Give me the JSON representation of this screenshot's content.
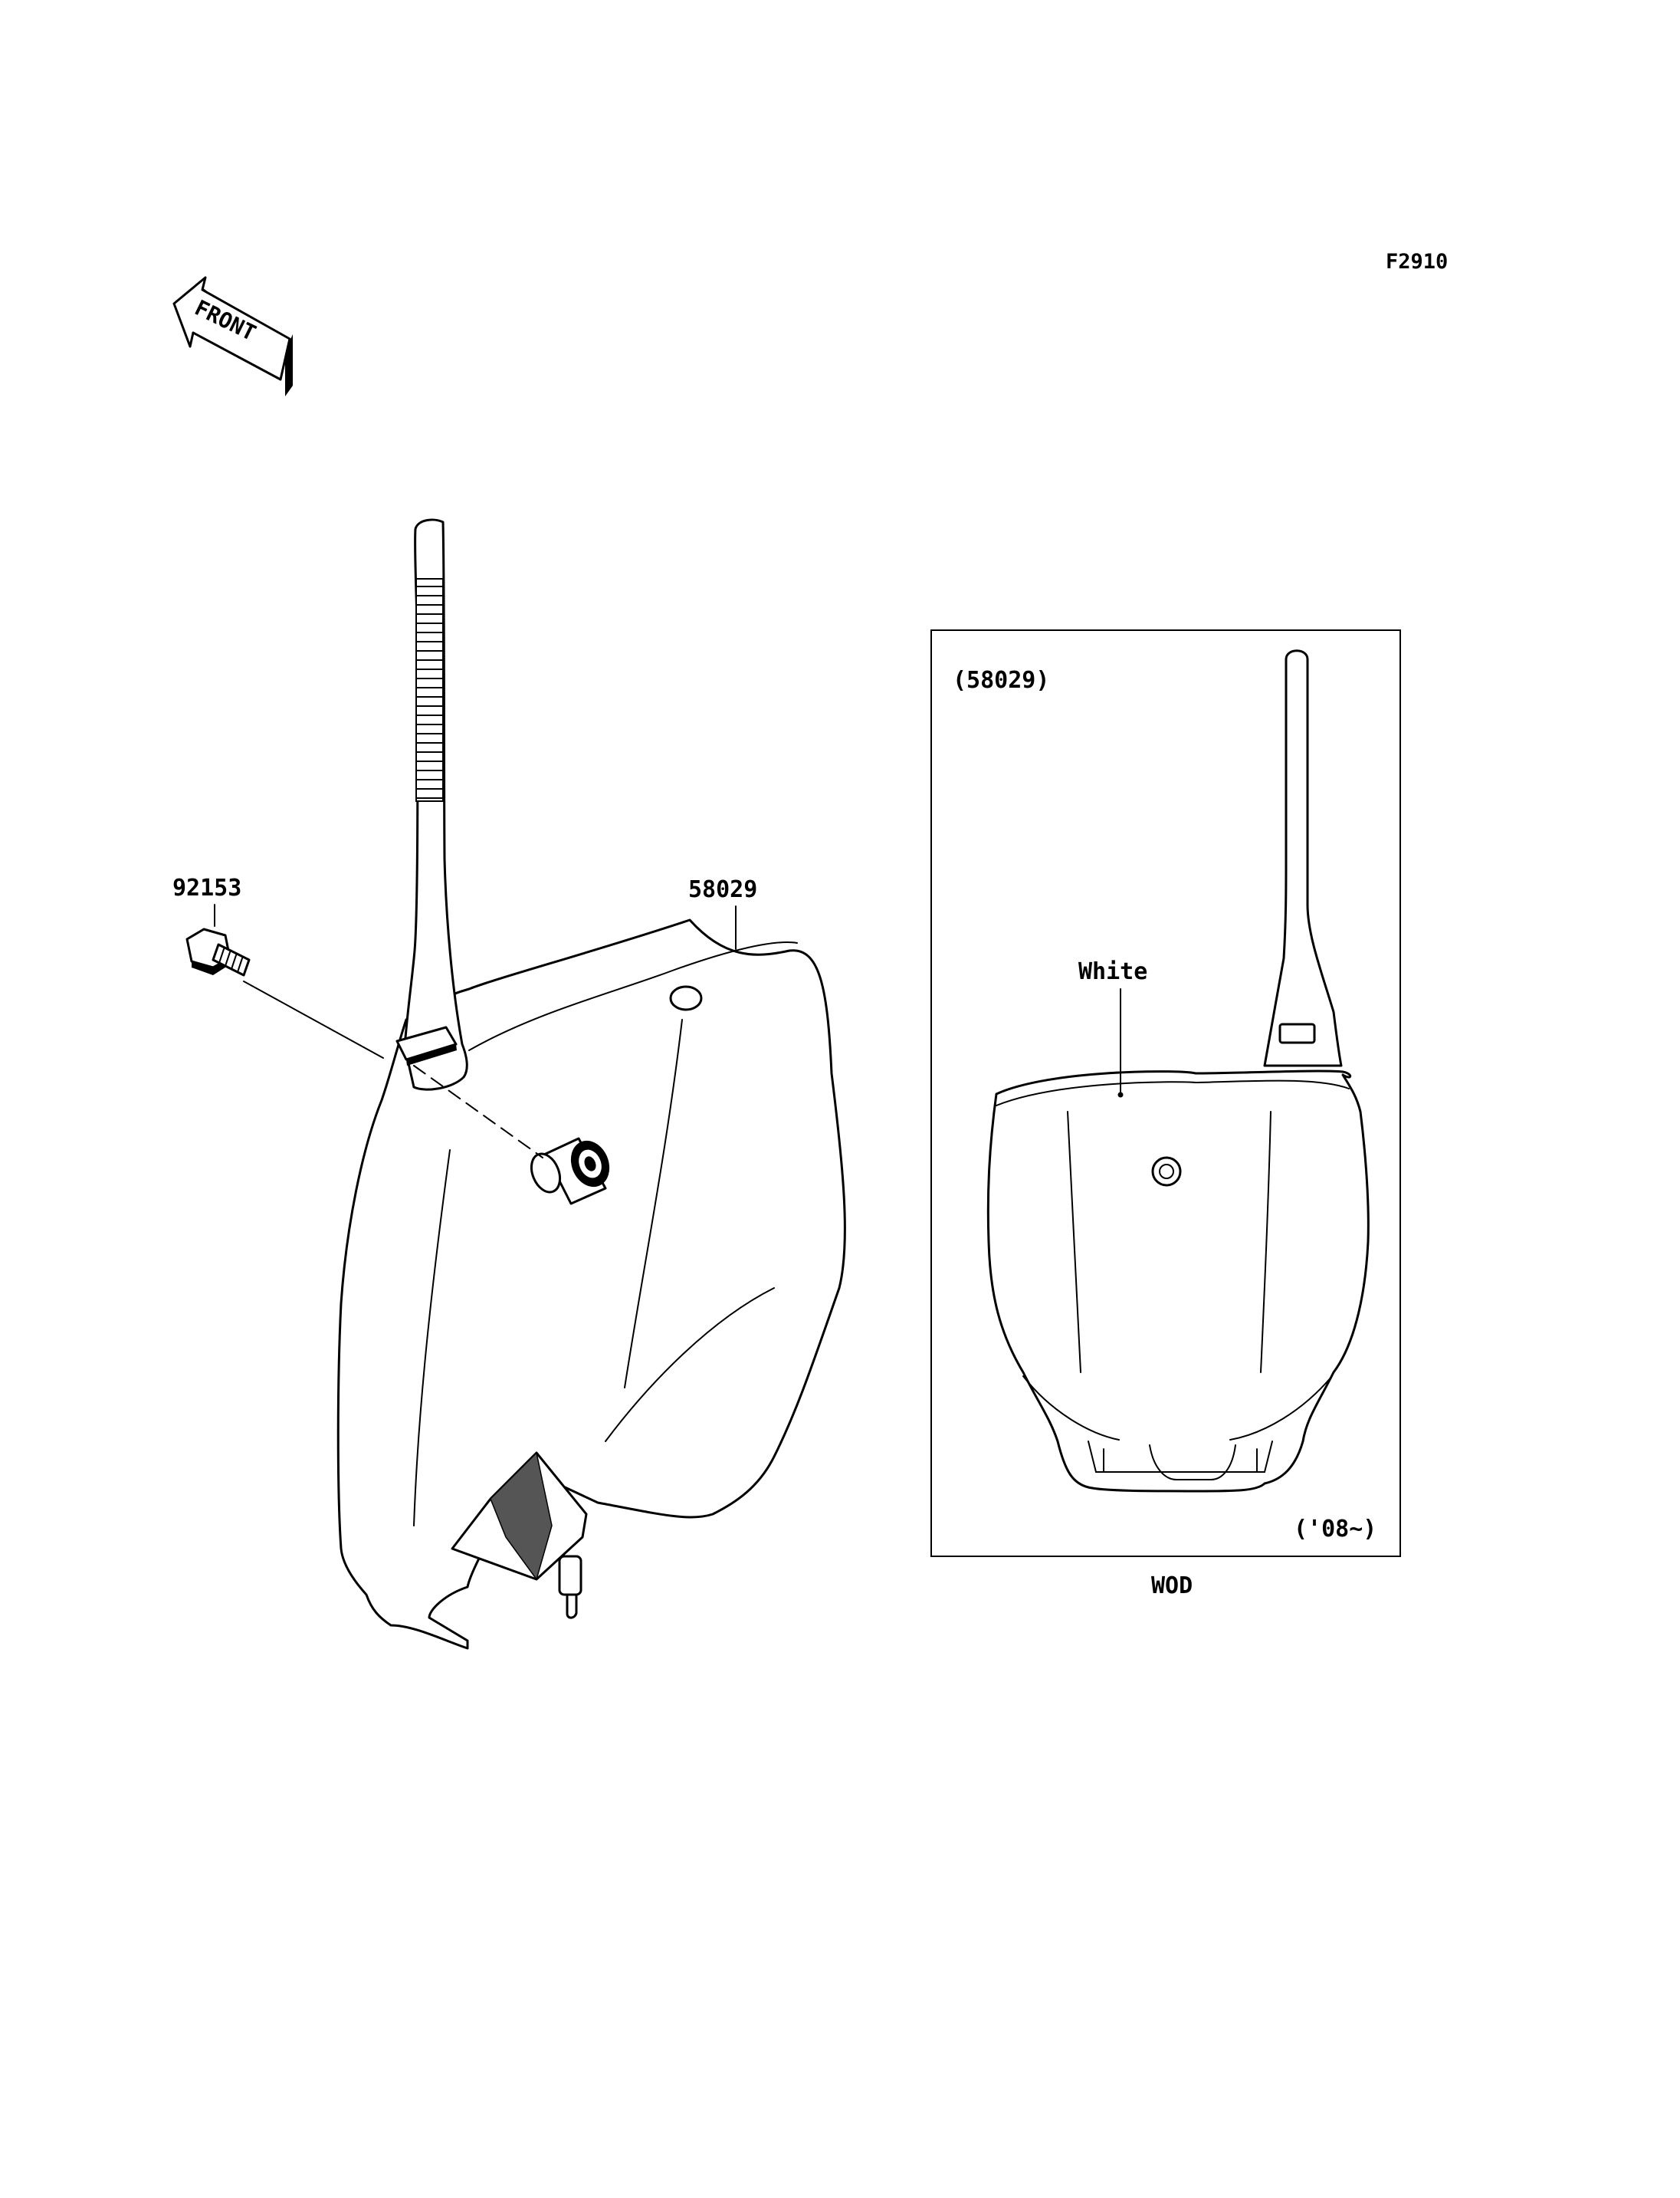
{
  "figure_code": "F2910",
  "front_arrow": {
    "label": "FRONT",
    "icon": "front-arrow-icon"
  },
  "callouts": {
    "bolt": "92153",
    "plate": "58029"
  },
  "inset": {
    "part_ref": "(58029)",
    "color_label": "White",
    "model_years": "('08~)",
    "caption": "WOD"
  },
  "colors": {
    "line": "#000000",
    "background": "#ffffff"
  }
}
